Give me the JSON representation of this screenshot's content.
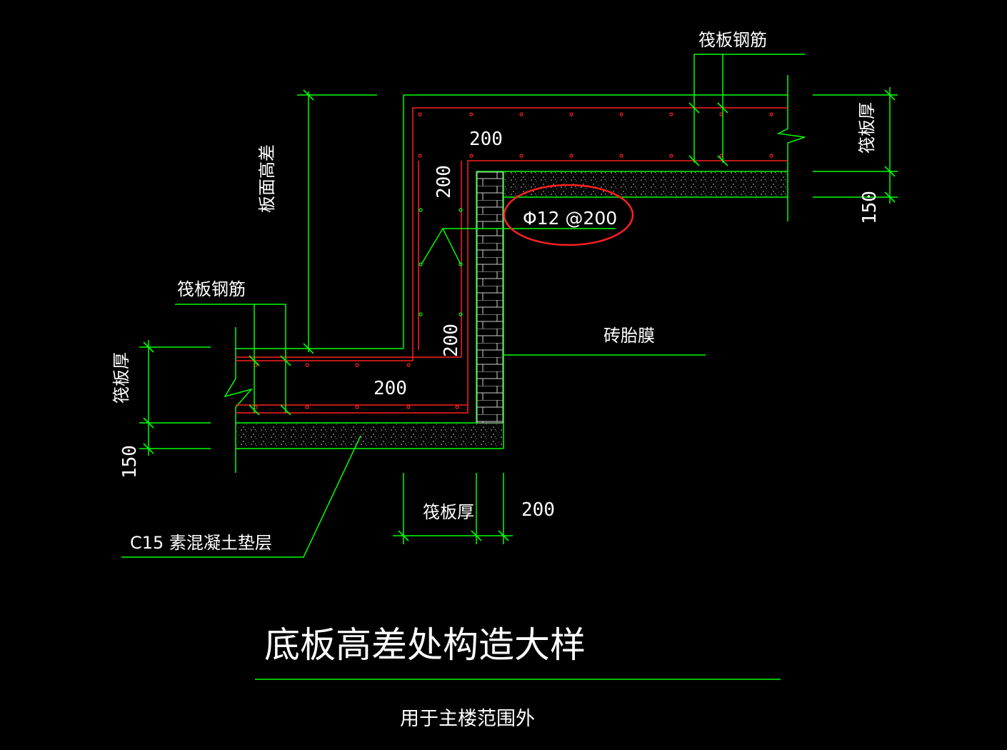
{
  "labels": {
    "raft_rebar_top": "筏板钢筋",
    "raft_rebar_bottom": "筏板钢筋",
    "raft_thick_right": "筏板厚",
    "raft_thick_left": "筏板厚",
    "raft_thick_bottom": "筏板厚",
    "slab_height_diff": "板面高差",
    "brick_membrane": "砖胎膜",
    "rebar_spec": "Φ12 @200",
    "cushion": "C15 素混凝土垫层"
  },
  "dimensions": {
    "d200_top": "200",
    "d200_vert_upper": "200",
    "d200_vert_lower": "200",
    "d200_bottom": "200",
    "d200_brick": "200",
    "d150_right": "150",
    "d150_left": "150"
  },
  "title": {
    "main": "底板高差处构造大样",
    "sub": "用于主楼范围外"
  },
  "colors": {
    "background": "#000000",
    "outline": "#00ff00",
    "rebar": "#ff2020",
    "text": "#ffffff",
    "highlight": "#ff2020"
  }
}
